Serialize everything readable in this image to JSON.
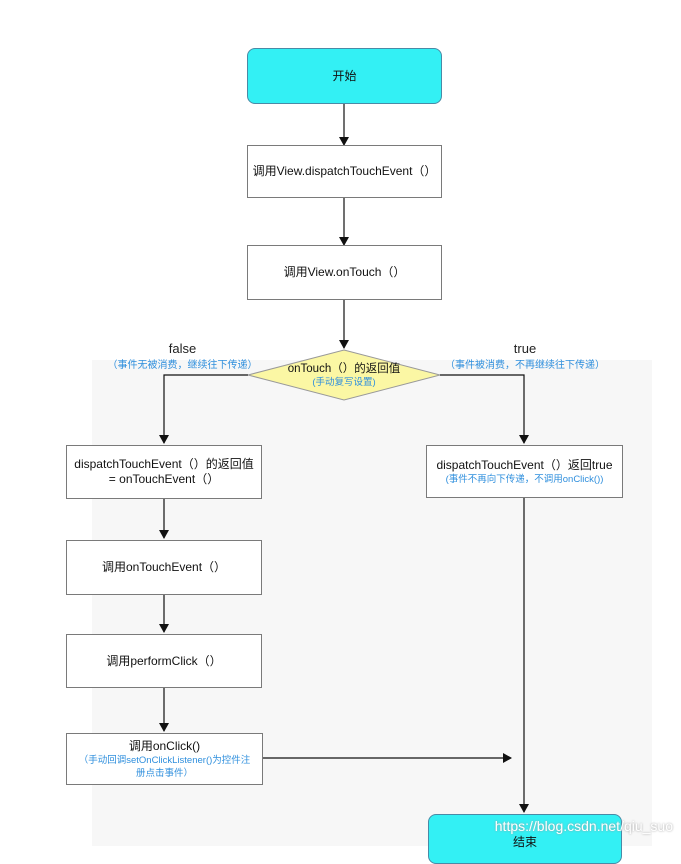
{
  "flow": {
    "start": "开始",
    "dispatch_touch_event": "调用View.dispatchTouchEvent（）",
    "on_touch": "调用View.onTouch（）",
    "decision": {
      "title": "onTouch（）的返回值",
      "note": "(手动复写设置)"
    },
    "false_branch": {
      "title": "false",
      "note": "（事件无被消费，继续往下传递）"
    },
    "true_branch": {
      "title": "true",
      "note": "（事件被消费，不再继续往下传递）"
    },
    "false_return": {
      "line1": "dispatchTouchEvent（）的返回值",
      "line2": "= onTouchEvent（）"
    },
    "true_return": {
      "line1": "dispatchTouchEvent（）返回true",
      "note": "(事件不再向下传递，不调用onClick())"
    },
    "call_on_touch_event": "调用onTouchEvent（）",
    "call_perform_click": "调用performClick（）",
    "call_on_click": {
      "line1": "调用onClick()",
      "note_line1": "（手动回调setOnClickListener()为控件注",
      "note_line2": "册点击事件）"
    },
    "end": "结束"
  },
  "watermark": "https://blog.csdn.net/qiu_suo",
  "colors": {
    "terminal_fill": "#33f0f4",
    "decision_fill": "#fbf7a4",
    "note_text": "#2f8fdd"
  }
}
